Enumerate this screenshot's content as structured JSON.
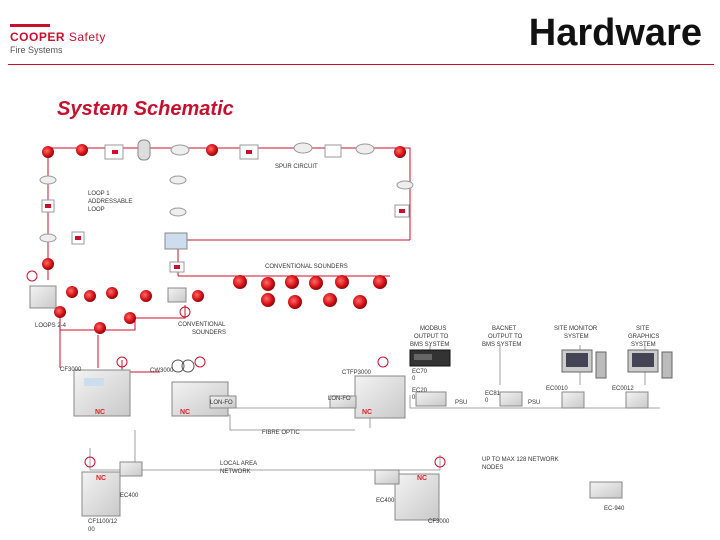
{
  "header": {
    "logo_main": "COOPER",
    "logo_safety": "Safety",
    "logo_sub": "Fire Systems",
    "title": "Hardware",
    "subtitle": "System Schematic"
  },
  "labels": {
    "spur_circuit": "SPUR CIRCUIT",
    "loop1_a": "LOOP 1",
    "loop1_b": "ADDRESSABLE",
    "loop1_c": "LOOP",
    "conv_sounders": "CONVENTIONAL SOUNDERS",
    "conv_sounders2_a": "CONVENTIONAL",
    "conv_sounders2_b": "SOUNDERS",
    "loops": "LOOPS 2-4",
    "modbus_a": "MODBUS",
    "modbus_b": "OUTPUT TO",
    "modbus_c": "BMS SYSTEM",
    "bacnet_a": "BACNET",
    "bacnet_b": "OUTPUT TO",
    "bacnet_c": "BMS SYSTEM",
    "sitemonitor_a": "SITE MONITOR",
    "sitemonitor_b": "SYSTEM",
    "sitegraphics_a": "SITE",
    "sitegraphics_b": "GRAPHICS",
    "sitegraphics_c": "SYSTEM",
    "cf3000_left": "CF3000",
    "cw3000": "CW3000",
    "ctfp3000": "CTFP3000",
    "ec700_a": "EC70",
    "ec700_b": "0",
    "ec200_a": "EC20",
    "ec200_b": "0",
    "ec810_a": "EC81",
    "ec810_b": "0",
    "psu1": "PSU",
    "psu2": "PSU",
    "ec0010": "EC0010",
    "ec0012": "EC0012",
    "lon_fo_left": "LON-FO",
    "lon_fo_right": "LON-FO",
    "nc1": "NC",
    "nc2": "NC",
    "nc3": "NC",
    "nc4": "NC",
    "nc5": "NC",
    "fibre_optic": "FIBRE OPTIC",
    "lan_a": "LOCAL AREA",
    "lan_b": "NETWORK",
    "upto_a": "UP TO MAX 128 NETWORK",
    "upto_b": "NODES",
    "ec400_left": "EC400",
    "ec400_right": "EC400",
    "ec940": "EC-940",
    "cf1100_a": "CF1100/12",
    "cf1100_b": "00",
    "cf3000_bottom": "CF3000"
  },
  "colors": {
    "brand_red": "#c8102e",
    "nc_red": "#e31e24",
    "line_gray": "#888888"
  }
}
